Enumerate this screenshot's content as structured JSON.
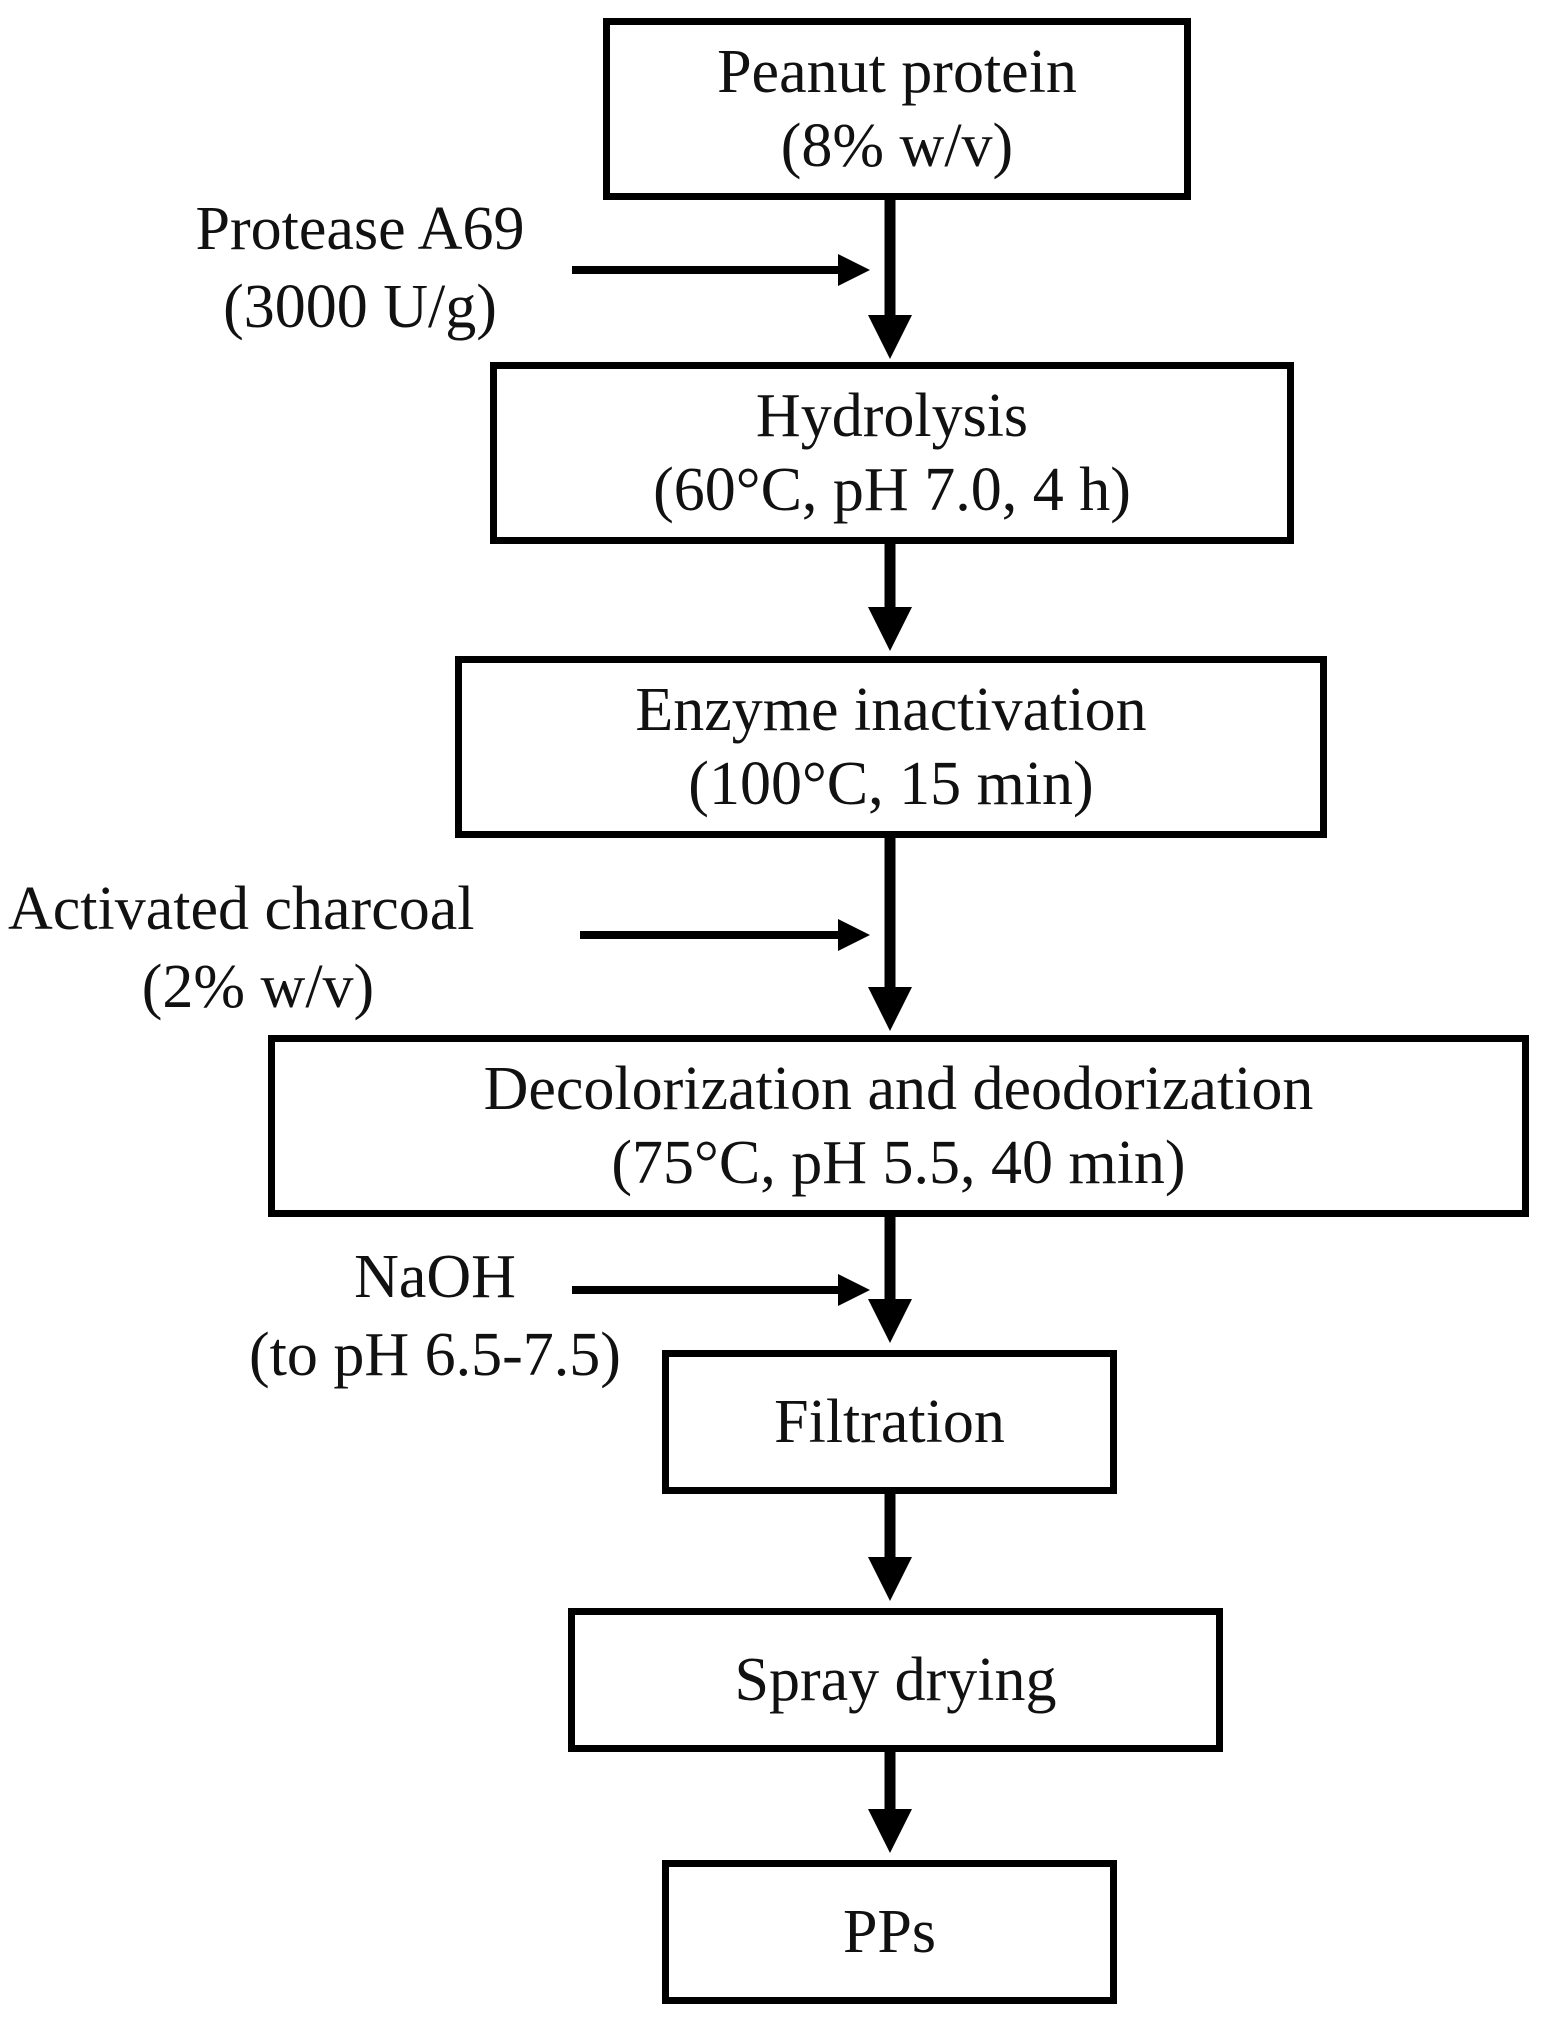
{
  "steps": [
    {
      "title": "Peanut protein",
      "detail": "(8% w/v)"
    },
    {
      "title": "Hydrolysis",
      "detail": "(60°C, pH 7.0, 4 h)"
    },
    {
      "title": "Enzyme inactivation",
      "detail": "(100°C, 15 min)"
    },
    {
      "title": "Decolorization and deodorization",
      "detail": "(75°C, pH 5.5, 40 min)"
    },
    {
      "title": "Filtration"
    },
    {
      "title": "Spray drying"
    },
    {
      "title": "PPs"
    }
  ],
  "inputs": [
    {
      "title": "Protease A69",
      "detail": "(3000 U/g)"
    },
    {
      "title": "Activated charcoal",
      "detail": "(2% w/v)"
    },
    {
      "title": "NaOH",
      "detail": "(to pH 6.5-7.5)"
    }
  ]
}
